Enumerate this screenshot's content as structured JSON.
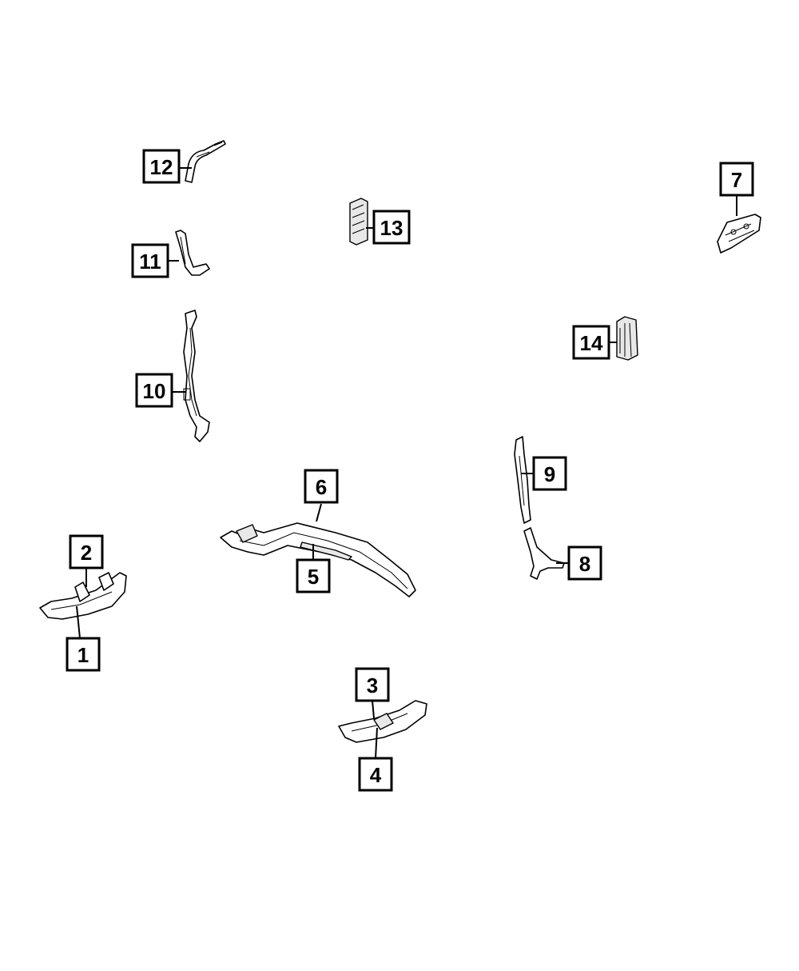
{
  "callouts": [
    {
      "id": "1",
      "label": "1"
    },
    {
      "id": "2",
      "label": "2"
    },
    {
      "id": "3",
      "label": "3"
    },
    {
      "id": "4",
      "label": "4"
    },
    {
      "id": "5",
      "label": "5"
    },
    {
      "id": "6",
      "label": "6"
    },
    {
      "id": "7",
      "label": "7"
    },
    {
      "id": "8",
      "label": "8"
    },
    {
      "id": "9",
      "label": "9"
    },
    {
      "id": "10",
      "label": "10"
    },
    {
      "id": "11",
      "label": "11"
    },
    {
      "id": "12",
      "label": "12"
    },
    {
      "id": "13",
      "label": "13"
    },
    {
      "id": "14",
      "label": "14"
    }
  ],
  "colors": {
    "ink": "#000000",
    "paper": "#ffffff",
    "shade": "#e8e8e8"
  }
}
